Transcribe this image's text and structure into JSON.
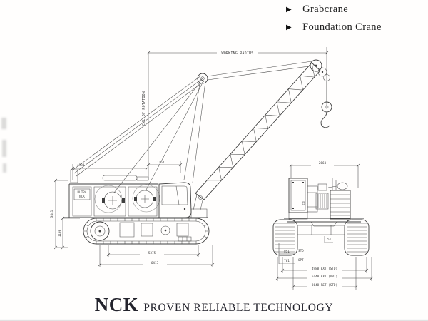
{
  "product_features": {
    "marker": "▶",
    "items": [
      {
        "label": "Grabcrane"
      },
      {
        "label": "Foundation Crane"
      }
    ]
  },
  "footer": {
    "brand": "NCK",
    "tagline": "PROVEN RELIABLE TECHNOLOGY"
  },
  "diagram": {
    "side_view": {
      "working_radius_label": "WORKING RADIUS",
      "rotation_axis_label": "C/L OF ROTATION",
      "badge_line1": "ULTRA",
      "badge_line2": "NCK",
      "dims": {
        "tail_radius": "4988",
        "boom_foot_offset": "1154",
        "overall_height": "3441",
        "track_height": "1198",
        "track_contact_length": "5375",
        "track_overall_length": "6417"
      }
    },
    "rear_view": {
      "dims": {
        "body_width": "2660",
        "shoe_std": "851",
        "shoe_opt": "761",
        "std_label": "STD",
        "opt_label": "OPT",
        "ground_step": "51",
        "width_ext_std": "4988 EXT (STD)",
        "width_ext_opt": "5448 EXT (OPT)",
        "width_ret_std": "3648 RET (STD)"
      }
    }
  }
}
